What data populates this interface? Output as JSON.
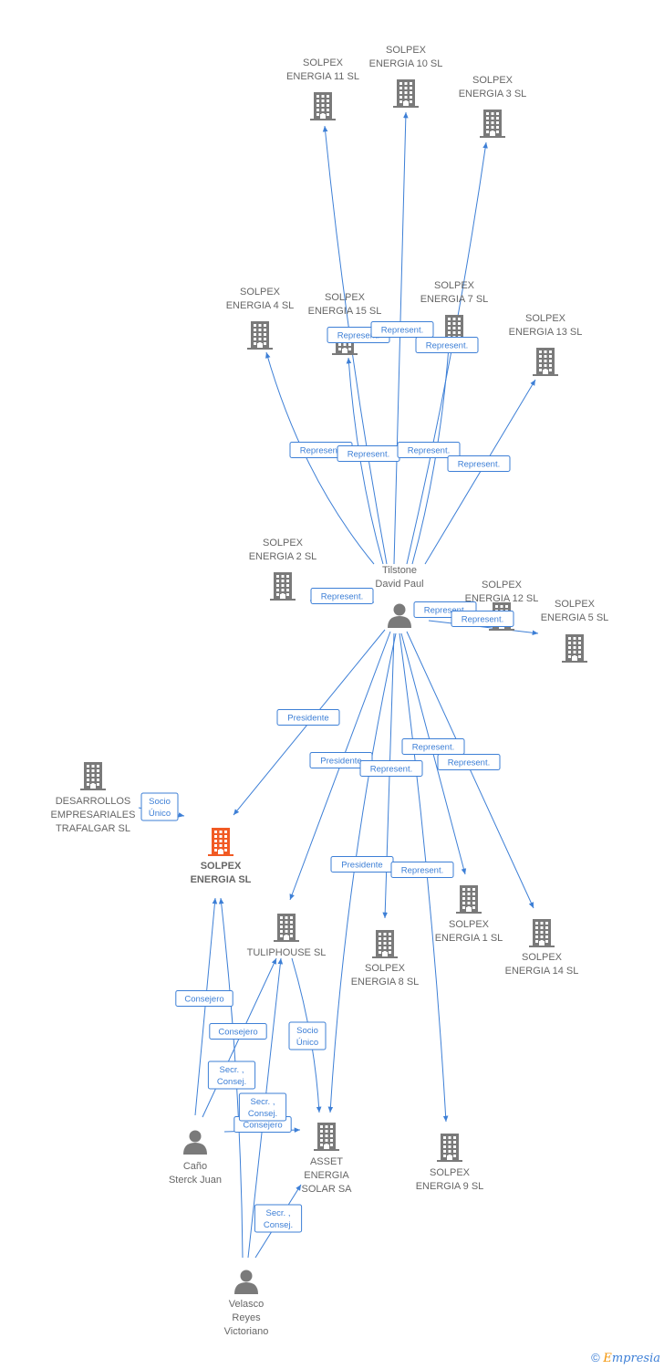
{
  "colors": {
    "edge": "#3d7fd6",
    "node": "#7a7a7a",
    "main_node": "#f15a24",
    "label": "#666666"
  },
  "nodes": [
    {
      "id": "s11",
      "type": "building",
      "lines": [
        "SOLPEX",
        "ENERGIA 11 SL"
      ]
    },
    {
      "id": "s10",
      "type": "building",
      "lines": [
        "SOLPEX",
        "ENERGIA 10 SL"
      ]
    },
    {
      "id": "s3",
      "type": "building",
      "lines": [
        "SOLPEX",
        "ENERGIA 3 SL"
      ]
    },
    {
      "id": "s4",
      "type": "building",
      "lines": [
        "SOLPEX",
        "ENERGIA 4 SL"
      ]
    },
    {
      "id": "s15",
      "type": "building",
      "lines": [
        "SOLPEX",
        "ENERGIA 15 SL"
      ]
    },
    {
      "id": "s7",
      "type": "building",
      "lines": [
        "SOLPEX",
        "ENERGIA 7 SL"
      ]
    },
    {
      "id": "s13",
      "type": "building",
      "lines": [
        "SOLPEX",
        "ENERGIA 13 SL"
      ]
    },
    {
      "id": "s2",
      "type": "building",
      "lines": [
        "SOLPEX",
        "ENERGIA 2 SL"
      ]
    },
    {
      "id": "tilstone",
      "type": "person",
      "lines": [
        "Tilstone",
        "David Paul"
      ]
    },
    {
      "id": "s12",
      "type": "building",
      "lines": [
        "SOLPEX",
        "ENERGIA 12 SL"
      ]
    },
    {
      "id": "s5",
      "type": "building",
      "lines": [
        "SOLPEX",
        "ENERGIA 5 SL"
      ]
    },
    {
      "id": "desarrollos",
      "type": "building",
      "lines": [
        "DESARROLLOS",
        "EMPRESARIALES",
        "TRAFALGAR SL"
      ]
    },
    {
      "id": "solpex",
      "type": "building",
      "main": true,
      "lines": [
        "SOLPEX",
        "ENERGIA SL"
      ]
    },
    {
      "id": "tuliphouse",
      "type": "building",
      "lines": [
        "TULIPHOUSE SL"
      ]
    },
    {
      "id": "s8",
      "type": "building",
      "lines": [
        "SOLPEX",
        "ENERGIA 8 SL"
      ]
    },
    {
      "id": "s1",
      "type": "building",
      "lines": [
        "SOLPEX",
        "ENERGIA 1 SL"
      ]
    },
    {
      "id": "s14",
      "type": "building",
      "lines": [
        "SOLPEX",
        "ENERGIA 14 SL"
      ]
    },
    {
      "id": "cano",
      "type": "person",
      "lines": [
        "Caño",
        "Sterck Juan"
      ]
    },
    {
      "id": "asset",
      "type": "building",
      "lines": [
        "ASSET",
        "ENERGIA",
        "SOLAR SA"
      ]
    },
    {
      "id": "s9",
      "type": "building",
      "lines": [
        "SOLPEX",
        "ENERGIA 9 SL"
      ]
    },
    {
      "id": "velasco",
      "type": "person",
      "lines": [
        "Velasco",
        "Reyes",
        "Victoriano"
      ]
    }
  ],
  "edges": [
    {
      "from": "tilstone",
      "to": "s11",
      "label": [
        "Represent."
      ]
    },
    {
      "from": "tilstone",
      "to": "s10",
      "label": [
        "Represent."
      ]
    },
    {
      "from": "tilstone",
      "to": "s3",
      "label": [
        "Represent."
      ]
    },
    {
      "from": "tilstone",
      "to": "s4",
      "label": [
        "Represent."
      ]
    },
    {
      "from": "tilstone",
      "to": "s15",
      "label": [
        "Represent."
      ]
    },
    {
      "from": "tilstone",
      "to": "s7",
      "label": [
        "Represent."
      ]
    },
    {
      "from": "tilstone",
      "to": "s13",
      "label": [
        "Represent."
      ]
    },
    {
      "from": "tilstone",
      "to": "s12",
      "label": [
        "Represent."
      ]
    },
    {
      "from": "tilstone",
      "to": "s5",
      "label": [
        "Represent."
      ]
    },
    {
      "from": "tilstone",
      "to": "s2",
      "label": [
        "Represent."
      ]
    },
    {
      "from": "tilstone",
      "to": "solpex",
      "label": [
        "Presidente"
      ]
    },
    {
      "from": "tilstone",
      "to": "tuliphouse",
      "label": [
        "Presidente"
      ]
    },
    {
      "from": "tilstone",
      "to": "asset",
      "label": [
        "Presidente"
      ]
    },
    {
      "from": "tilstone",
      "to": "s8",
      "label": [
        "Represent."
      ]
    },
    {
      "from": "tilstone",
      "to": "s1",
      "label": [
        "Represent."
      ]
    },
    {
      "from": "tilstone",
      "to": "s14",
      "label": [
        "Represent."
      ]
    },
    {
      "from": "tilstone",
      "to": "s9",
      "label": [
        "Represent."
      ]
    },
    {
      "from": "desarrollos",
      "to": "solpex",
      "label": [
        "Socio",
        "Único"
      ]
    },
    {
      "from": "tuliphouse",
      "to": "asset",
      "label": [
        "Socio",
        "Único"
      ]
    },
    {
      "from": "cano",
      "to": "solpex",
      "label": [
        "Consejero"
      ]
    },
    {
      "from": "cano",
      "to": "tuliphouse",
      "label": [
        "Consejero"
      ]
    },
    {
      "from": "cano",
      "to": "asset",
      "label": [
        "Consejero"
      ]
    },
    {
      "from": "velasco",
      "to": "solpex",
      "label": [
        "Secr. ,",
        "Consej."
      ]
    },
    {
      "from": "velasco",
      "to": "tuliphouse",
      "label": [
        "Secr. ,",
        "Consej."
      ]
    },
    {
      "from": "velasco",
      "to": "asset",
      "label": [
        "Secr. ,",
        "Consej."
      ]
    }
  ],
  "footer": {
    "copyright": "©",
    "brand_first": "E",
    "brand_rest": "mpresia"
  }
}
